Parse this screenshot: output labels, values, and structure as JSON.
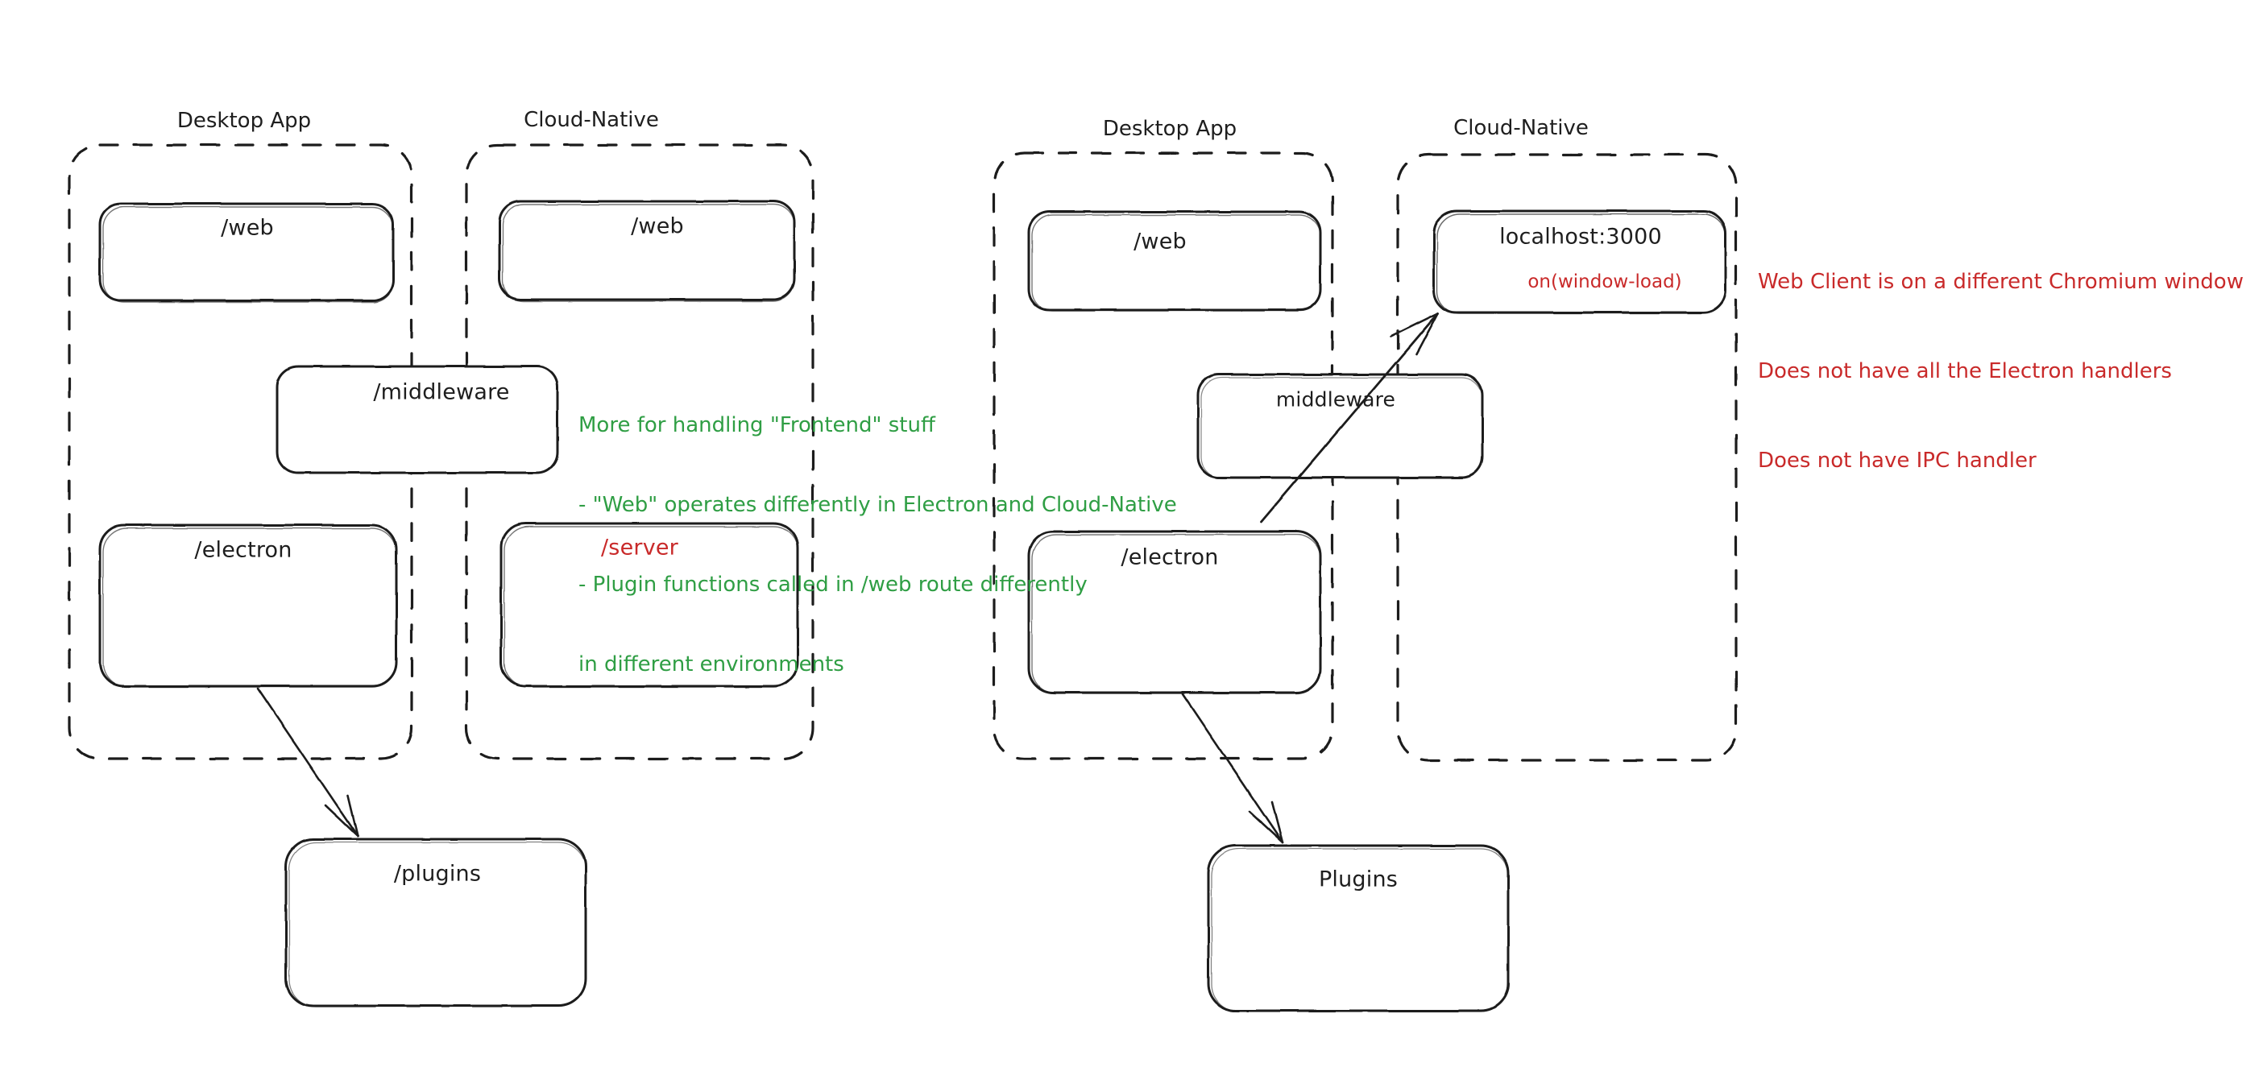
{
  "diagram": {
    "title": "Electron vs Cloud-Native architecture comparison",
    "colors": {
      "stroke": "#1e1e1e",
      "green": "#2f9e44",
      "red": "#c92a2a",
      "background": "#ffffff"
    }
  },
  "left_diagram": {
    "groups": [
      {
        "label": "Desktop App"
      },
      {
        "label": "Cloud-Native"
      }
    ],
    "nodes": {
      "desktop_web": "/web",
      "cloud_web": "/web",
      "middleware": "/middleware",
      "electron": "/electron",
      "server": "/server",
      "plugins": "/plugins"
    }
  },
  "right_diagram": {
    "groups": [
      {
        "label": "Desktop App"
      },
      {
        "label": "Cloud-Native"
      }
    ],
    "nodes": {
      "desktop_web": "/web",
      "localhost": "localhost:3000",
      "localhost_sub": "on(window-load)",
      "middleware": "middleware",
      "electron": "/electron",
      "plugins": "Plugins"
    }
  },
  "annotations": {
    "green_note": {
      "lines": [
        "More for handling \"Frontend\" stuff",
        "- \"Web\" operates differently in Electron and Cloud-Native",
        "- Plugin functions called in /web route differently",
        "in different environments"
      ]
    },
    "red_note": {
      "lines": [
        "Web Client is on a different Chromium window",
        "Does not have all the Electron handlers",
        "Does not have IPC handler"
      ]
    }
  }
}
